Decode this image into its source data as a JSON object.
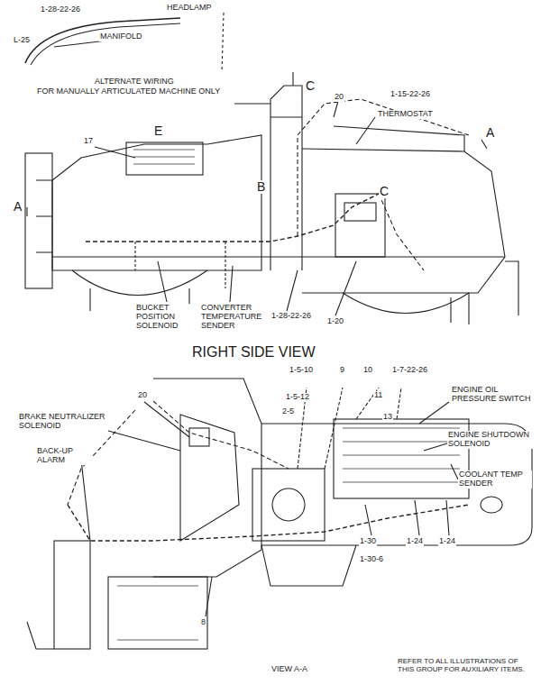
{
  "diagram": {
    "labels": [
      "1-28-22-26",
      "HEADLAMP",
      "L-25",
      "MANIFOLD",
      "ALTERNATE WIRING",
      "FOR MANUALLY ARTICULATED MACHINE ONLY",
      "C",
      "20",
      "1-15-22-26",
      "THERMOSTAT",
      "A",
      "E",
      "17",
      "A",
      "B",
      "C",
      "BUCKET POSITION SOLENOID",
      "CONVERTER TEMPERATURE SENDER",
      "1-28-22-26",
      "1-20",
      "RIGHT SIDE VIEW",
      "1-5-10",
      "9",
      "10",
      "1-7-22-26",
      "11",
      "ENGINE OIL PRESSURE SWITCH",
      "13",
      "1-5-12",
      "2-5",
      "ENGINE SHUTDOWN SOLENOID",
      "COOLANT TEMP SENDER",
      "20",
      "BRAKE NEUTRALIZER SOLENOID",
      "BACK-UP ALARM",
      "1-30",
      "1-24",
      "1-24",
      "8",
      "1-30-6",
      "VIEW A-A",
      "REFER TO ALL ILLUSTRATIONS OF THIS GROUP FOR AUXILIARY ITEMS."
    ]
  }
}
